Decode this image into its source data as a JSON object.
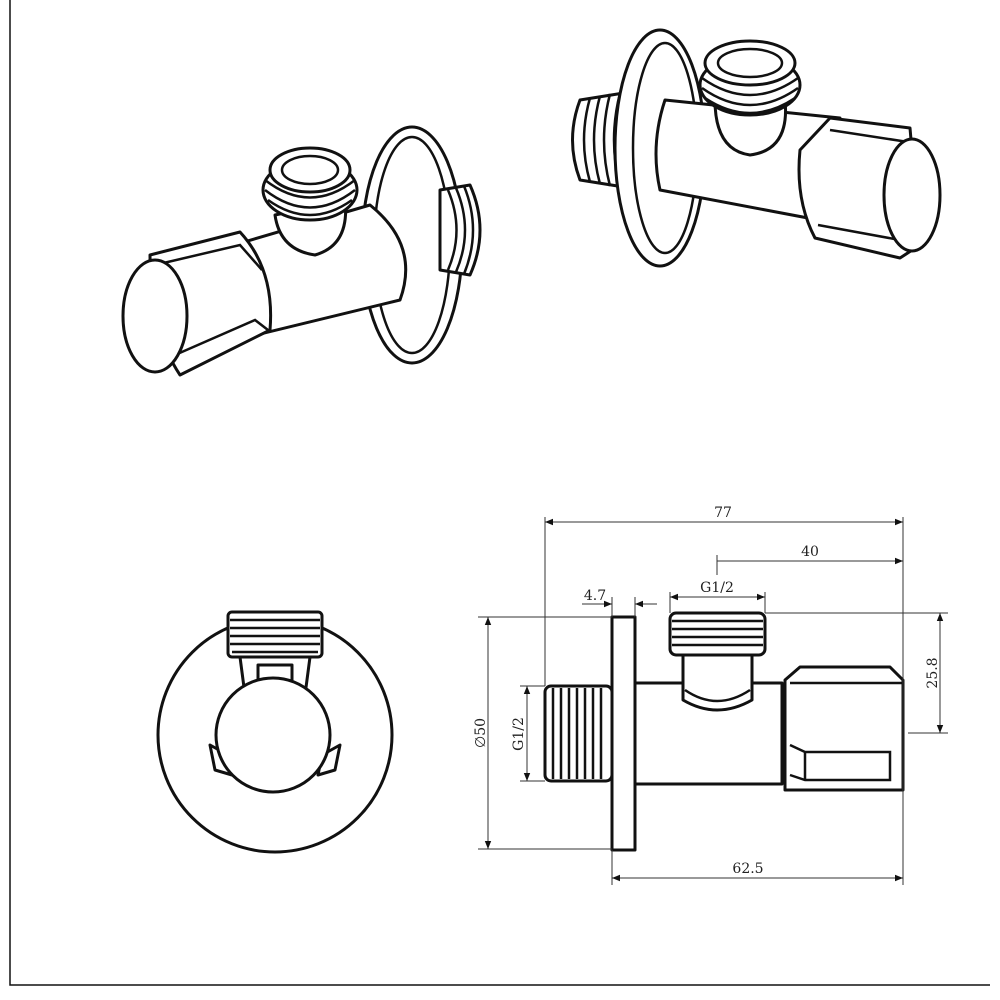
{
  "drawing": {
    "views": [
      "isometric-left",
      "isometric-right",
      "front-view",
      "side-view"
    ],
    "dimensions": {
      "overall_length": "77",
      "handle_offset": "40",
      "outlet_thread": "G1/2",
      "flange_thickness": "4.7",
      "flange_diameter": "∅50",
      "inlet_thread": "G1/2",
      "outlet_height": "25.8",
      "body_length": "62.5"
    }
  }
}
